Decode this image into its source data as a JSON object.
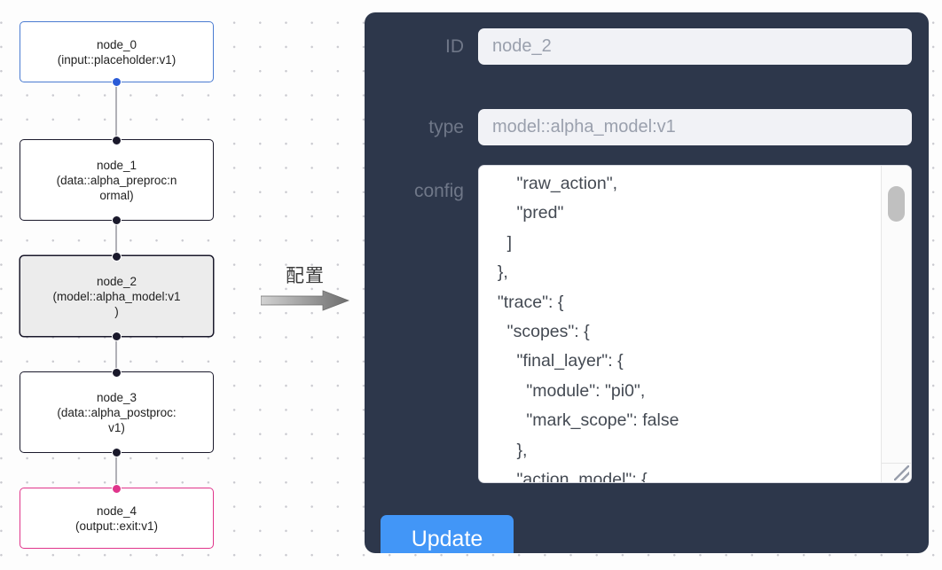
{
  "graph": {
    "nodes": [
      {
        "id": "node_0",
        "label": "node_0\n(input::placeholder:v1)",
        "kind": "input",
        "selected": false
      },
      {
        "id": "node_1",
        "label": "node_1\n(data::alpha_preproc:n\normal)",
        "kind": "default",
        "selected": false
      },
      {
        "id": "node_2",
        "label": "node_2\n(model::alpha_model:v1\n)",
        "kind": "default",
        "selected": true
      },
      {
        "id": "node_3",
        "label": "node_3\n(data::alpha_postproc:\nv1)",
        "kind": "default",
        "selected": false
      },
      {
        "id": "node_4",
        "label": "node_4\n(output::exit:v1)",
        "kind": "output",
        "selected": false
      }
    ],
    "colors": {
      "input_border": "#4a7bd1",
      "default_border": "#1a192b",
      "output_border": "#e0348b",
      "selected_fill": "#ececec",
      "edge": "#b1b1b7",
      "handle": "#1a192b",
      "handle_input": "#2a5bd7",
      "handle_output": "#e0348b"
    }
  },
  "annotation": {
    "text": "配置",
    "icon": "arrow-right-icon"
  },
  "panel": {
    "background_color": "#2d374b",
    "fields": {
      "id": {
        "label": "ID",
        "value": "node_2"
      },
      "type": {
        "label": "type",
        "value": "model::alpha_model:v1"
      },
      "config": {
        "label": "config",
        "value": "      \"raw_action\",\n      \"pred\"\n    ]\n  },\n  \"trace\": {\n    \"scopes\": {\n      \"final_layer\": {\n        \"module\": \"pi0\",\n        \"mark_scope\": false\n      },\n      \"action_model\": {"
      }
    },
    "update_button": {
      "label": "Update",
      "color": "#4296f7"
    }
  }
}
